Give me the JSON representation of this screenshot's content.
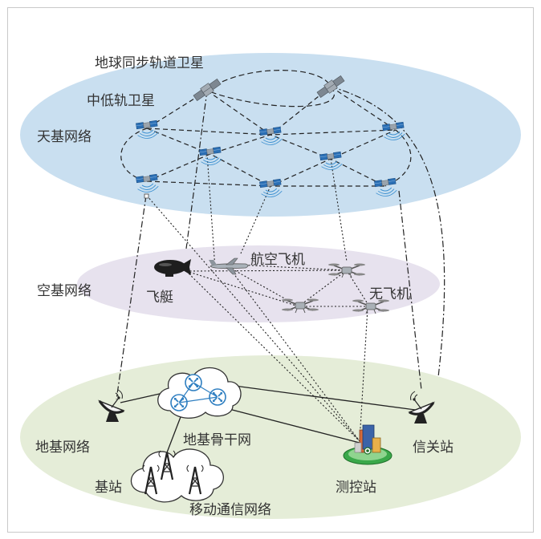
{
  "labels": {
    "geo_satellite": "地球同步轨道卫星",
    "leo_satellite": "中低轨卫星",
    "space_network": "天基网络",
    "air_network": "空基网络",
    "aviation_aircraft": "航空飞机",
    "airship": "飞艇",
    "drone": "无飞机",
    "ground_network": "地基网络",
    "ground_backbone": "地基骨干网",
    "gateway_station": "信关站",
    "base_station": "基站",
    "tt_station": "测控站",
    "mobile_network": "移动通信网络"
  },
  "colors": {
    "space_layer": "#c9dff0",
    "air_layer": "#e7e2ee",
    "ground_layer": "#e5edd8",
    "satellite_panel": "#2a6fb5",
    "router": "#2f7fc1",
    "tt_station_base": "#3aa84a",
    "line": "#222222"
  }
}
